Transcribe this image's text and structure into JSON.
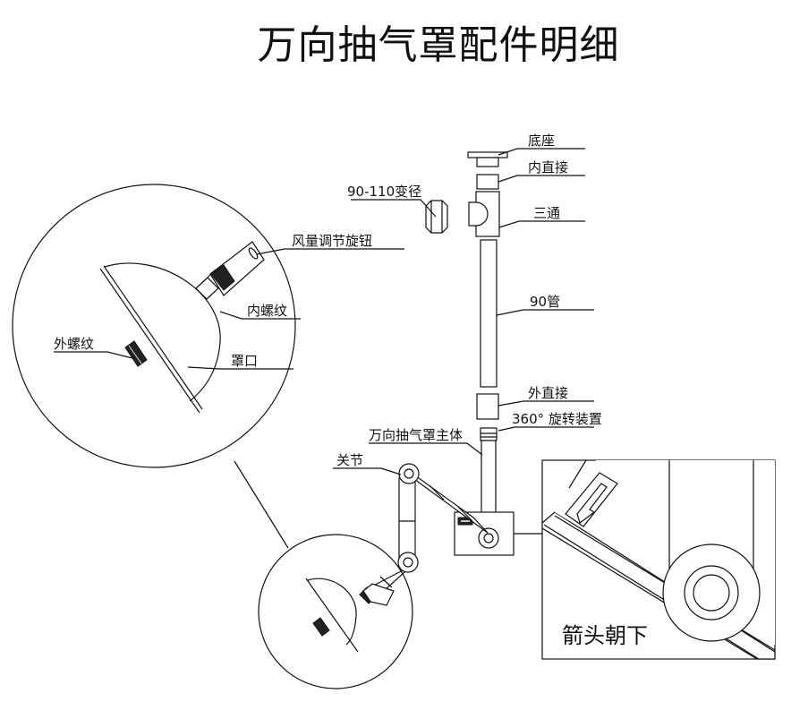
{
  "title": "万向抽气罩配件明细",
  "labels": {
    "base": "底座",
    "inner_straight": "内直接",
    "reducer": "90-110变径",
    "tee": "三通",
    "knob": "风量调节旋钮",
    "pipe90": "90管",
    "inner_thread": "内螺纹",
    "outer_thread": "外螺纹",
    "hood_mouth": "罩口",
    "outer_straight": "外直接",
    "rotation": "360° 旋转装置",
    "main_body": "万向抽气罩主体",
    "joint": "关节",
    "arrow_down": "箭头朝下"
  }
}
